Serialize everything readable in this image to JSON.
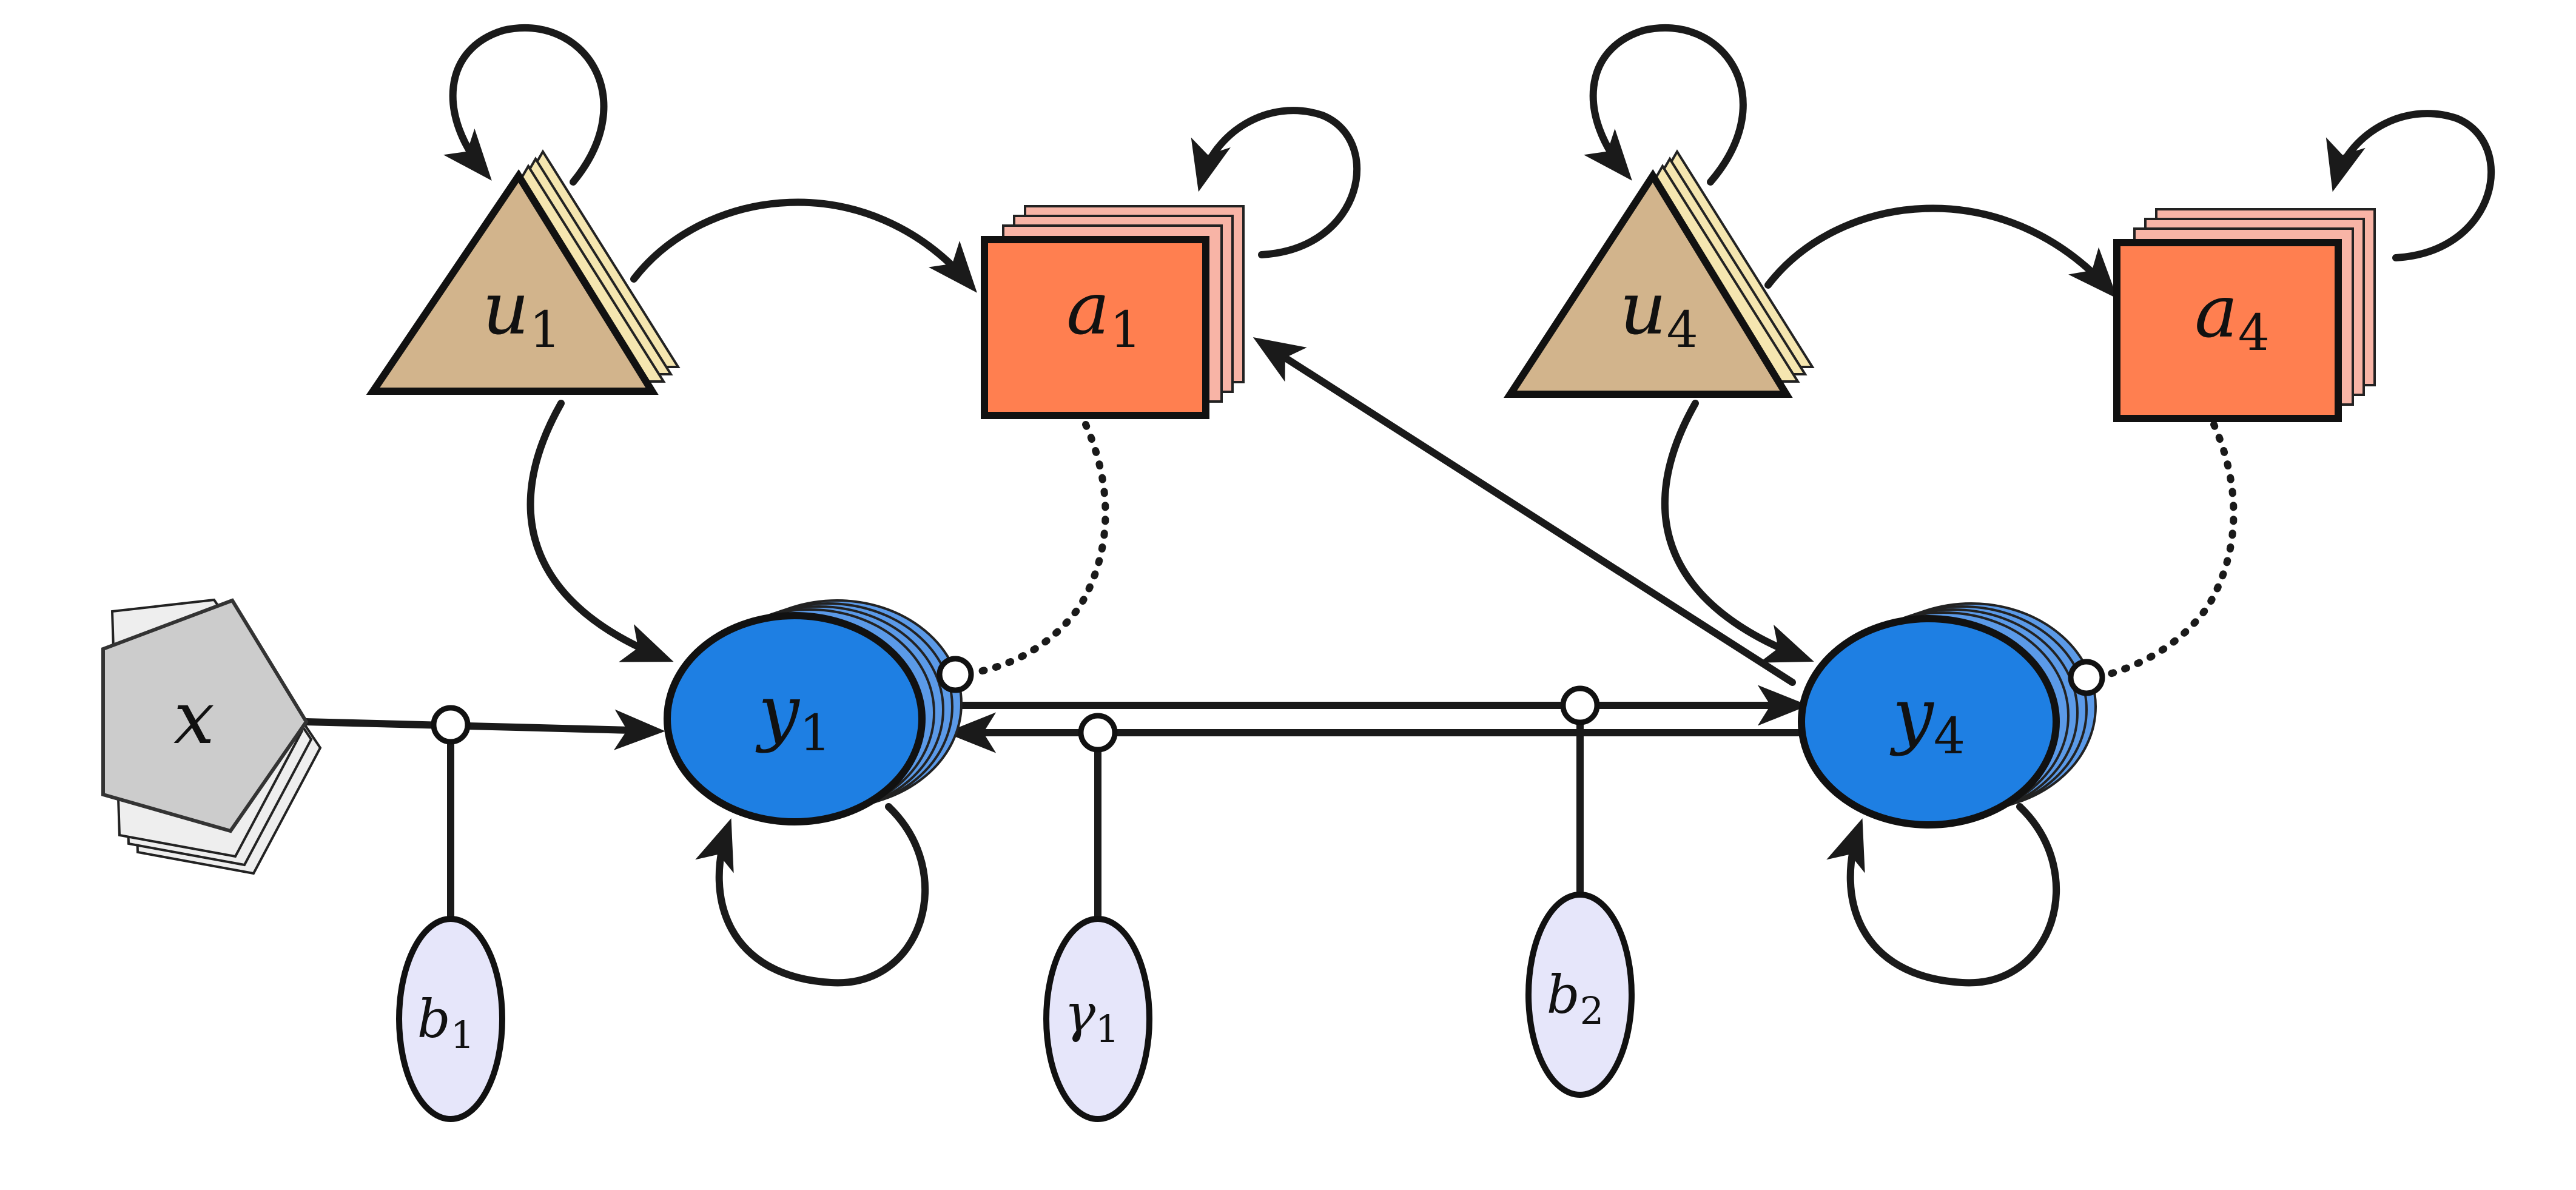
{
  "nodes": {
    "x": {
      "name": "x",
      "sub": "",
      "fill": "#cccccc"
    },
    "u1": {
      "name": "u",
      "sub": "1",
      "fill": "#d2b48c"
    },
    "a1": {
      "name": "a",
      "sub": "1",
      "fill": "#ff7f50"
    },
    "y1": {
      "name": "y",
      "sub": "1",
      "fill": "#1e7fe3"
    },
    "u4": {
      "name": "u",
      "sub": "4",
      "fill": "#d2b48c"
    },
    "a4": {
      "name": "a",
      "sub": "4",
      "fill": "#ff7f50"
    },
    "y4": {
      "name": "y",
      "sub": "4",
      "fill": "#1e7fe3"
    },
    "b1": {
      "name": "b",
      "sub": "1",
      "fill": "#e6e6fa"
    },
    "g1": {
      "name": "γ",
      "sub": "1",
      "fill": "#e6e6fa"
    },
    "b2": {
      "name": "b",
      "sub": "2",
      "fill": "#e6e6fa"
    }
  },
  "colors": {
    "edge": "#1a1a1a",
    "triangle_stack": "#f5e6b0",
    "square_stack": "#f8b4a6",
    "circle_stack": "#5b9ae8",
    "pentagon_stack": "#eeeeee"
  }
}
